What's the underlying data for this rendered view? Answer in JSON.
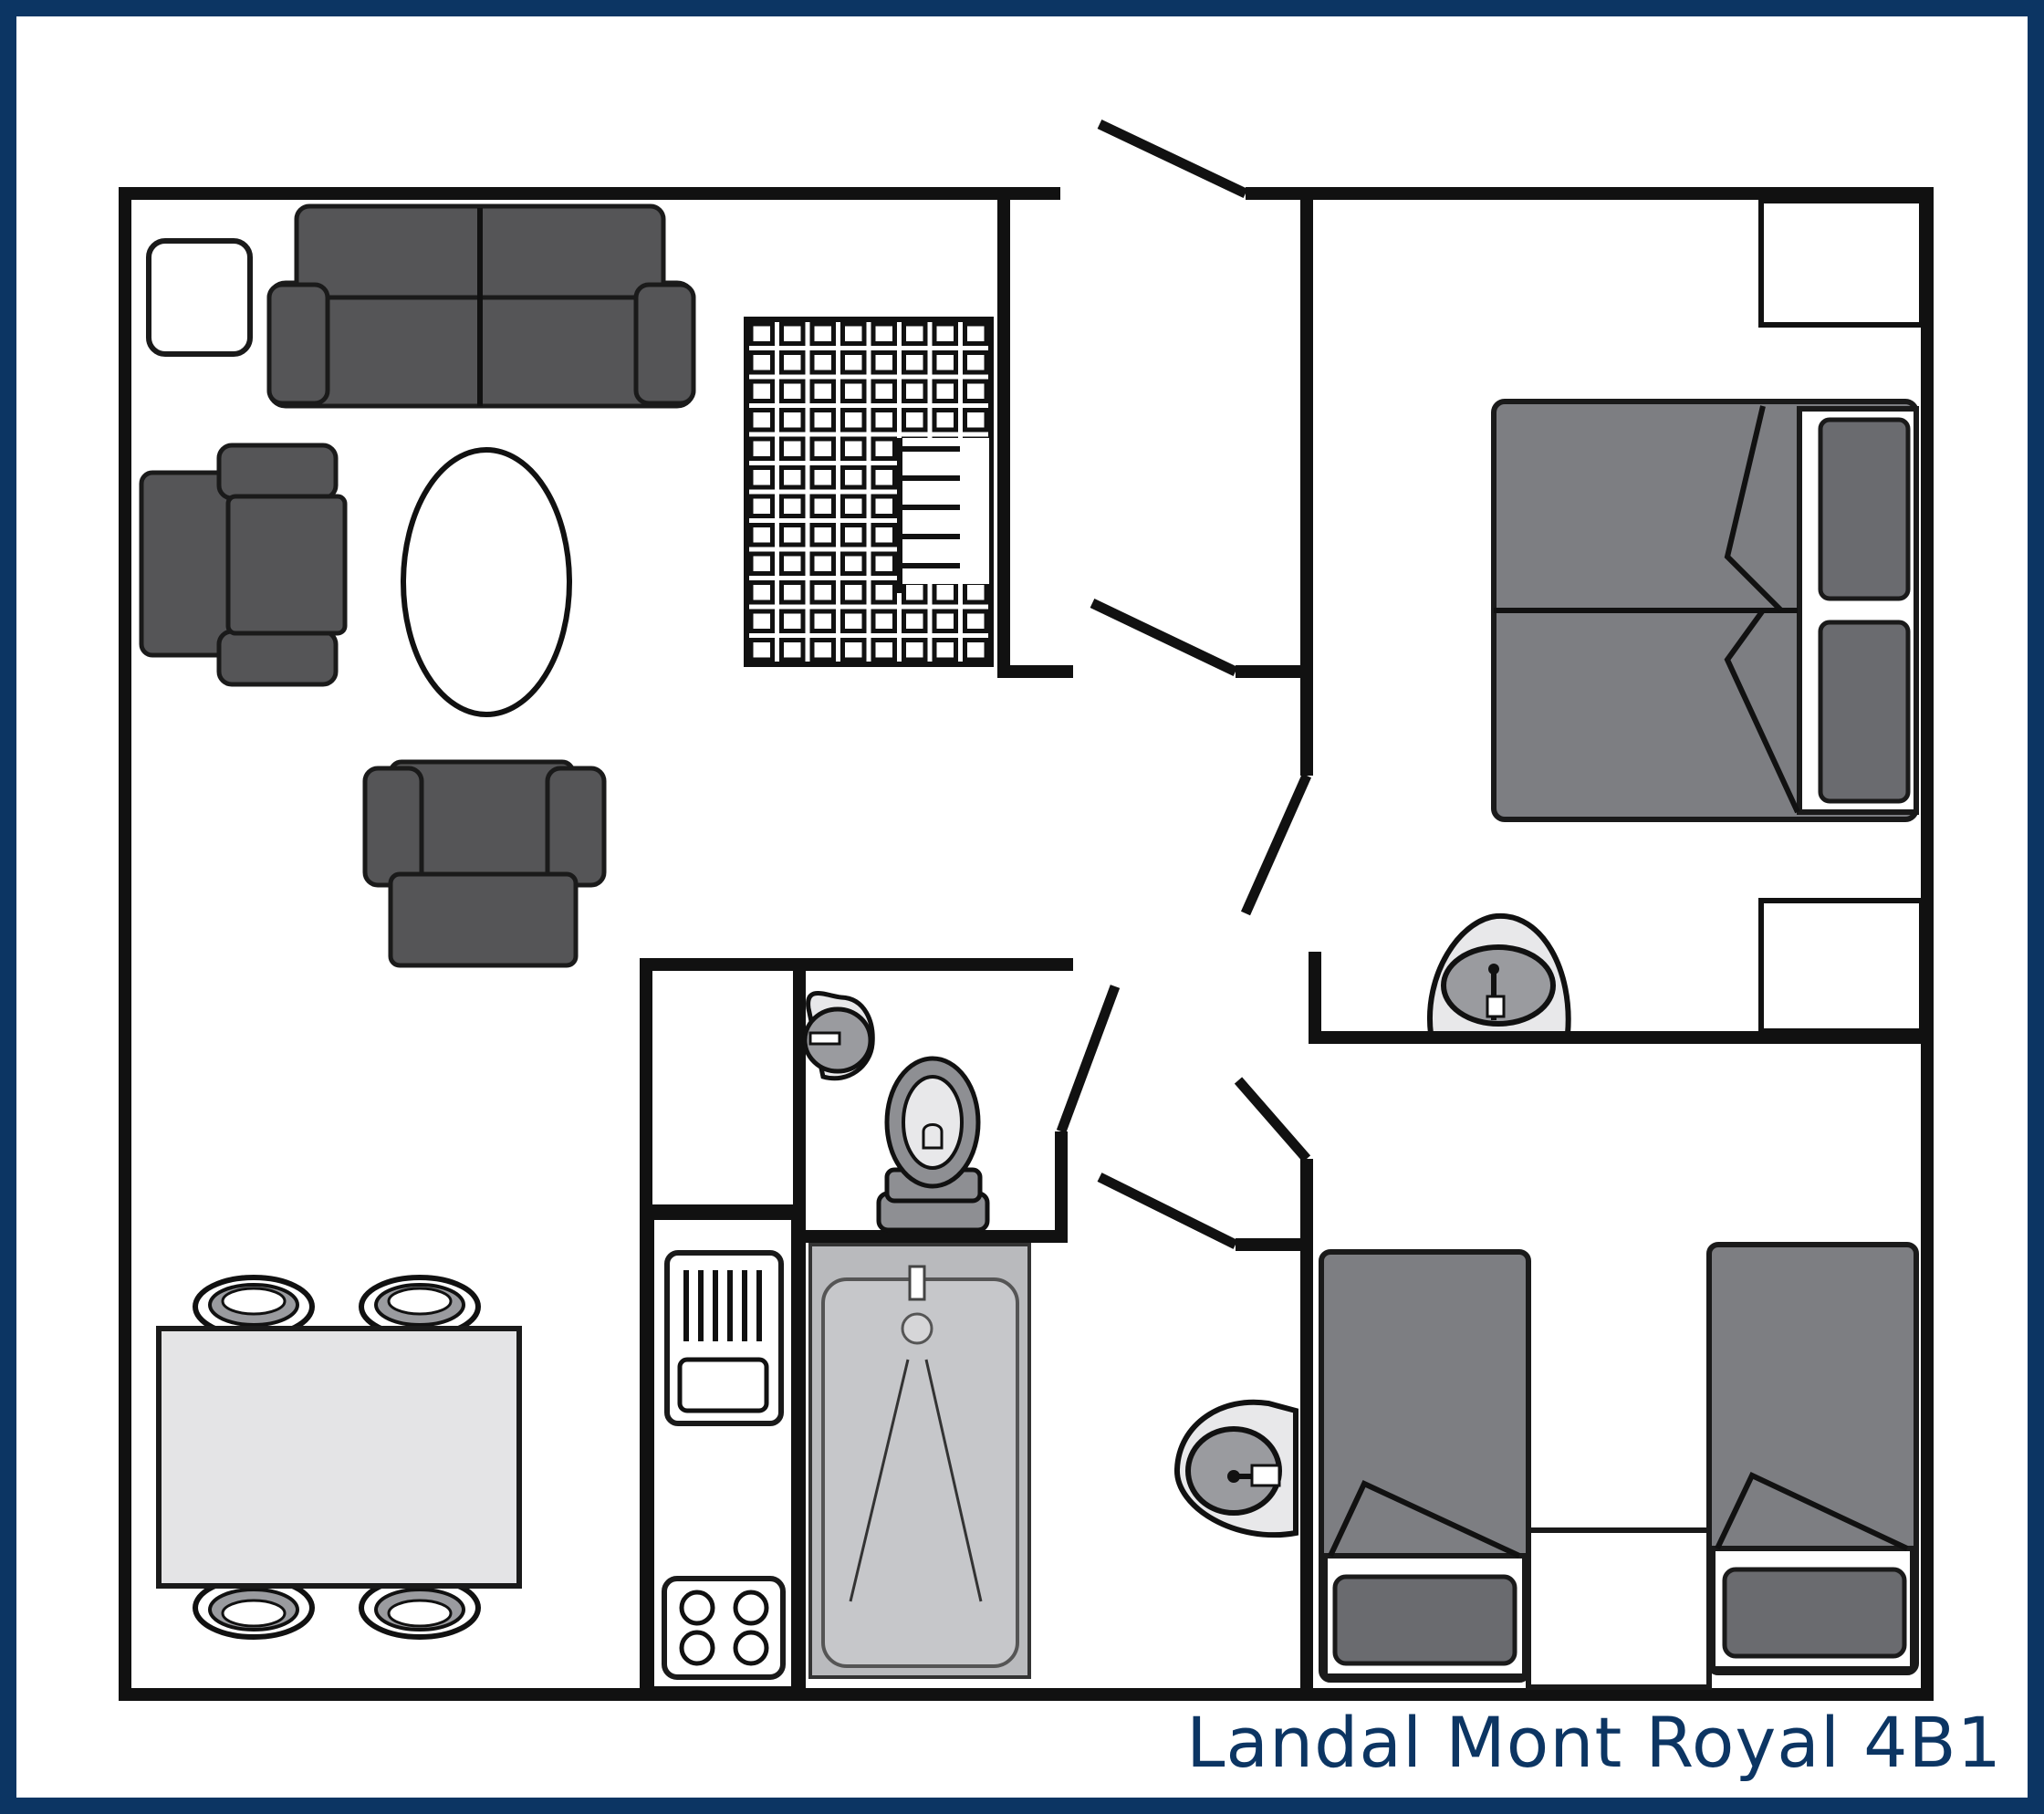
{
  "caption": "Landal Mont Royal 4B1",
  "colors": {
    "frame": "#0c3563",
    "caption": "#0c3563",
    "walls": "#111111",
    "furniture_dark": "#555557",
    "bed_grey": "#7d7e82",
    "table_light": "#e4e4e6",
    "bathtub": "#b9babd"
  },
  "rooms": [
    {
      "id": "living-area",
      "items": [
        "three-seat-sofa",
        "side-table",
        "armchair-left",
        "armchair-bottom",
        "oval-coffee-table",
        "dining-table",
        "dining-chairs-4"
      ]
    },
    {
      "id": "staircase",
      "items": [
        "stair-grid"
      ]
    },
    {
      "id": "master-bedroom",
      "items": [
        "double-bed",
        "wardrobe",
        "washbasin"
      ]
    },
    {
      "id": "toilet",
      "items": [
        "toilet",
        "hand-basin"
      ]
    },
    {
      "id": "kitchen",
      "items": [
        "sink",
        "hob"
      ]
    },
    {
      "id": "bathroom",
      "items": [
        "bathtub"
      ]
    },
    {
      "id": "twin-bedroom",
      "items": [
        "single-bed-left",
        "single-bed-right",
        "washbasin"
      ]
    }
  ]
}
